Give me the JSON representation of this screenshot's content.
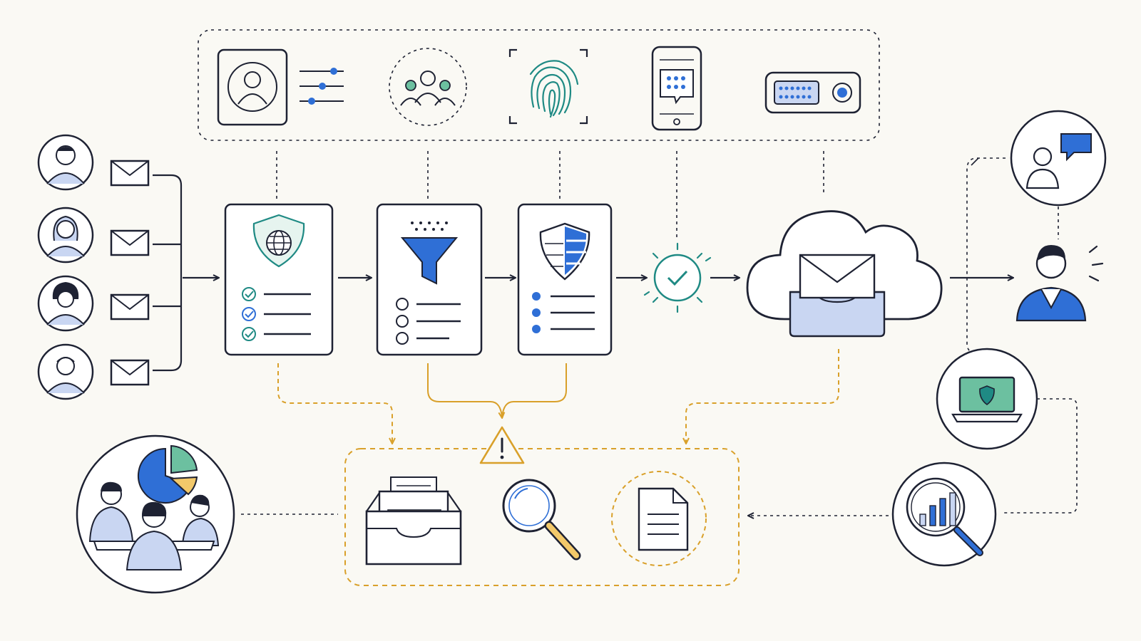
{
  "colors": {
    "background": "#faf9f4",
    "ink": "#1e2233",
    "accent_blue": "#2f6fd6",
    "fill_blue": "#c9d6f2",
    "teal": "#1f8a84",
    "gold": "#d9a02a",
    "gold_fill": "#f3c96a",
    "green_fill": "#6cc0a0"
  },
  "diagram": {
    "senders": [
      {
        "icon": "man-avatar-icon"
      },
      {
        "icon": "woman-avatar-icon"
      },
      {
        "icon": "curly-hair-avatar-icon"
      },
      {
        "icon": "young-man-avatar-icon"
      }
    ],
    "auth_factors": [
      "user-profile-settings-icon",
      "group-icon",
      "fingerprint-icon",
      "phone-message-icon",
      "hardware-key-icon"
    ],
    "pipeline": [
      "shield-globe-checklist-card",
      "funnel-filter-card",
      "striped-shield-list-card",
      "verified-check-icon",
      "cloud-inbox"
    ],
    "recipients": [
      "chat-user-icon",
      "recipient-person-icon",
      "secure-laptop-icon",
      "analytics-magnifier-icon"
    ],
    "review_zone": [
      "warning-triangle-icon",
      "file-tray-icon",
      "magnifier-icon",
      "document-icon"
    ],
    "team": "team-analytics-meeting-icon"
  }
}
